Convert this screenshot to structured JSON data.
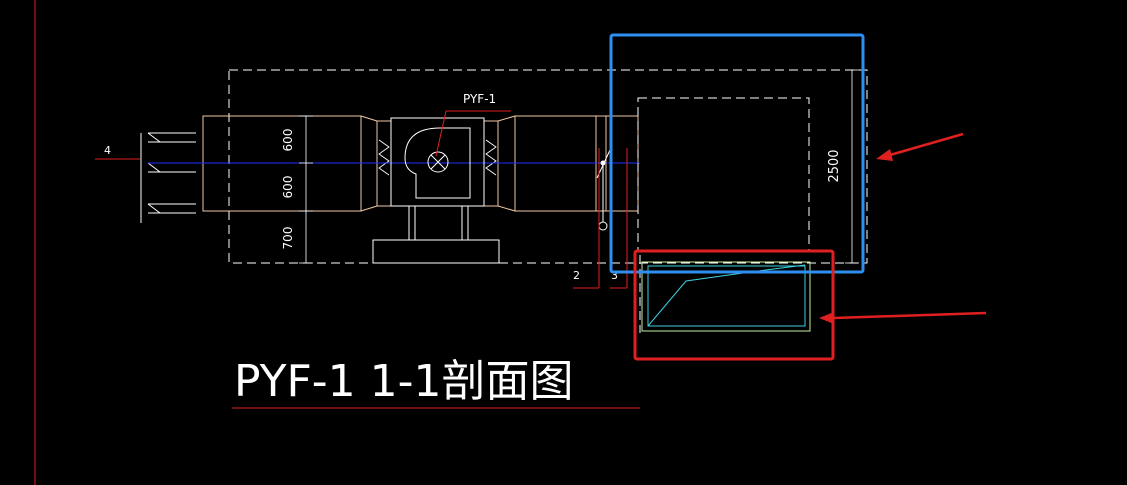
{
  "drawing": {
    "equipment_tag": "PYF-1",
    "section_title": "PYF-1 1-1剖面图",
    "dim_upper": "600",
    "dim_lower": "600",
    "dim_base": "700",
    "dim_height": "2500",
    "callout_left": "4",
    "callout_2": "2",
    "callout_3": "3"
  },
  "colors": {
    "background": "#000000",
    "line": "#ffffff",
    "duct": "#f0c8a0",
    "centerline": "#2030ff",
    "callout": "#e02020",
    "highlight_blue": "#2e8ff0",
    "highlight_red": "#e02020",
    "fill_line": "#40d0e0",
    "frame_green": "#c8f0a0"
  }
}
